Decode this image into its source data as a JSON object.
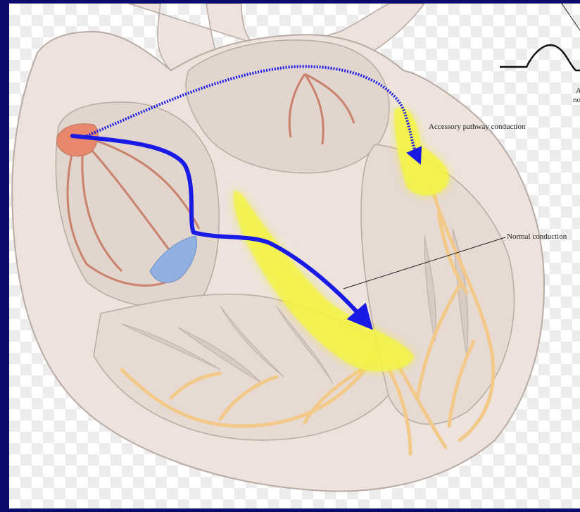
{
  "labels": {
    "accessory": "Accessory pathway conduction",
    "normal": "Normal conduction",
    "ecg_partial_a": "A",
    "ecg_partial_b": "no"
  },
  "colors": {
    "slide_background": "#0b0b6e",
    "heart_fill": "#ede3dc",
    "conduction_path": "#f3c98a",
    "atrial_vessels": "#c9826c",
    "sa_node": "#e8876b",
    "av_node": "#8fb0e0",
    "highlight": "#f4f400",
    "arrow": "#1a1ae6"
  },
  "icons": {
    "normal_arrow": "solid-arrow",
    "accessory_arrow": "dotted-arrow"
  }
}
